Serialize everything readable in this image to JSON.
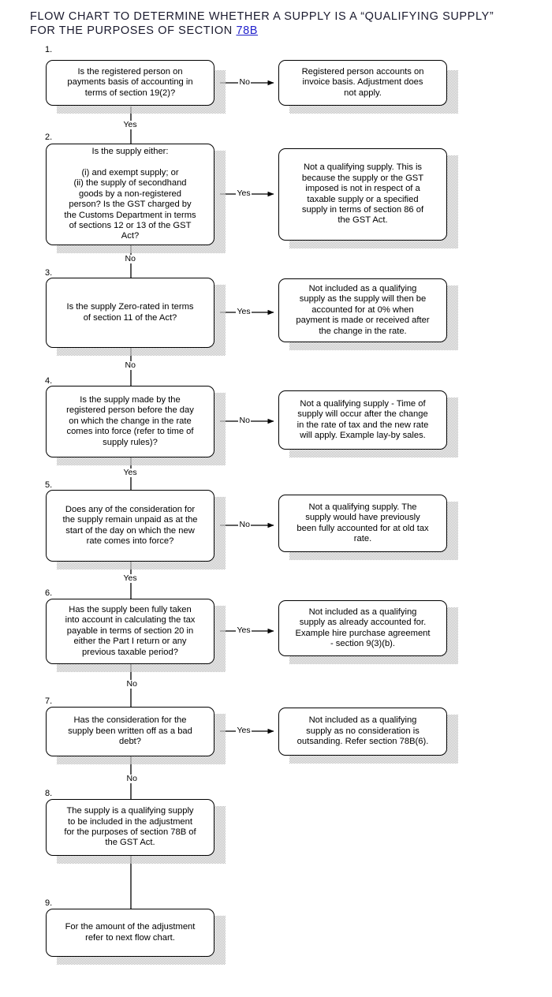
{
  "title": {
    "line1": "FLOW CHART TO DETERMINE WHETHER A SUPPLY IS A “QUALIFYING SUPPLY”",
    "line2_prefix": "FOR THE PURPOSES OF SECTION ",
    "link": "78B",
    "link_color": "#2222cc"
  },
  "colors": {
    "box_border": "#000000",
    "box_fill": "#ffffff",
    "shadow": "#9a9a9a",
    "text": "#000000",
    "connector": "#000000",
    "title_text": "#1a1a2e"
  },
  "steps": [
    {
      "number": "1.",
      "question": "Is the registered person on\npayments basis of accounting in\nterms of section 19(2)?",
      "branch_label": "No",
      "outcome": "Registered person accounts on\ninvoice basis. Adjustment does\nnot apply.",
      "continue_label": "Yes"
    },
    {
      "number": "2.",
      "question": "Is the supply either:\n\n(i) and exempt supply; or\n(ii) the supply of secondhand\ngoods by a non-registered\nperson? Is the GST charged by\nthe Customs Department in terms\nof sections 12 or 13 of the GST\nAct?",
      "branch_label": "Yes",
      "outcome": "Not a qualifying supply. This is\nbecause the supply or the GST\nimposed is not in respect of a\ntaxable supply or a specified\nsupply in terms of section 86 of\nthe GST Act.",
      "continue_label": "No"
    },
    {
      "number": "3.",
      "question": "Is the supply Zero-rated in terms\nof section 11 of the Act?",
      "branch_label": "Yes",
      "outcome": "Not included as a qualifying\nsupply as the supply will then be\naccounted for at 0% when\npayment is made or received after\nthe change in the rate.",
      "continue_label": "No"
    },
    {
      "number": "4.",
      "question": "Is the supply made by the\nregistered person before the day\non which the change in the rate\ncomes into force (refer to time of\nsupply rules)?",
      "branch_label": "No",
      "outcome": "Not a qualifying supply - Time of\nsupply will occur after the change\nin the rate of tax and the new rate\nwill apply. Example lay-by sales.",
      "continue_label": "Yes"
    },
    {
      "number": "5.",
      "question": "Does any of the consideration for\nthe supply remain unpaid as at the\nstart of the day on which the new\nrate comes into force?",
      "branch_label": "No",
      "outcome": "Not a qualifying supply. The\nsupply would have previously\nbeen fully accounted for at old tax\nrate.",
      "continue_label": "Yes"
    },
    {
      "number": "6.",
      "question": "Has the supply been fully taken\ninto account in calculating the tax\npayable in terms of section 20 in\neither the Part I return or any\nprevious taxable period?",
      "branch_label": "Yes",
      "outcome": "Not included as a qualifying\nsupply as already accounted for.\nExample hire purchase agreement\n- section 9(3)(b).",
      "continue_label": "No"
    },
    {
      "number": "7.",
      "question": "Has the consideration for the\nsupply been written off as a bad\ndebt?",
      "branch_label": "Yes",
      "outcome": "Not included as a qualifying\nsupply as no consideration is\noutsanding. Refer section 78B(6).",
      "continue_label": "No"
    },
    {
      "number": "8.",
      "question": "The supply is a qualifying supply\nto be included in the adjustment\nfor the purposes of section 78B of\nthe GST Act.",
      "branch_label": "",
      "outcome": "",
      "continue_label": ""
    },
    {
      "number": "9.",
      "question": "For the amount of the adjustment\nrefer to next flow chart.",
      "branch_label": "",
      "outcome": "",
      "continue_label": ""
    }
  ]
}
